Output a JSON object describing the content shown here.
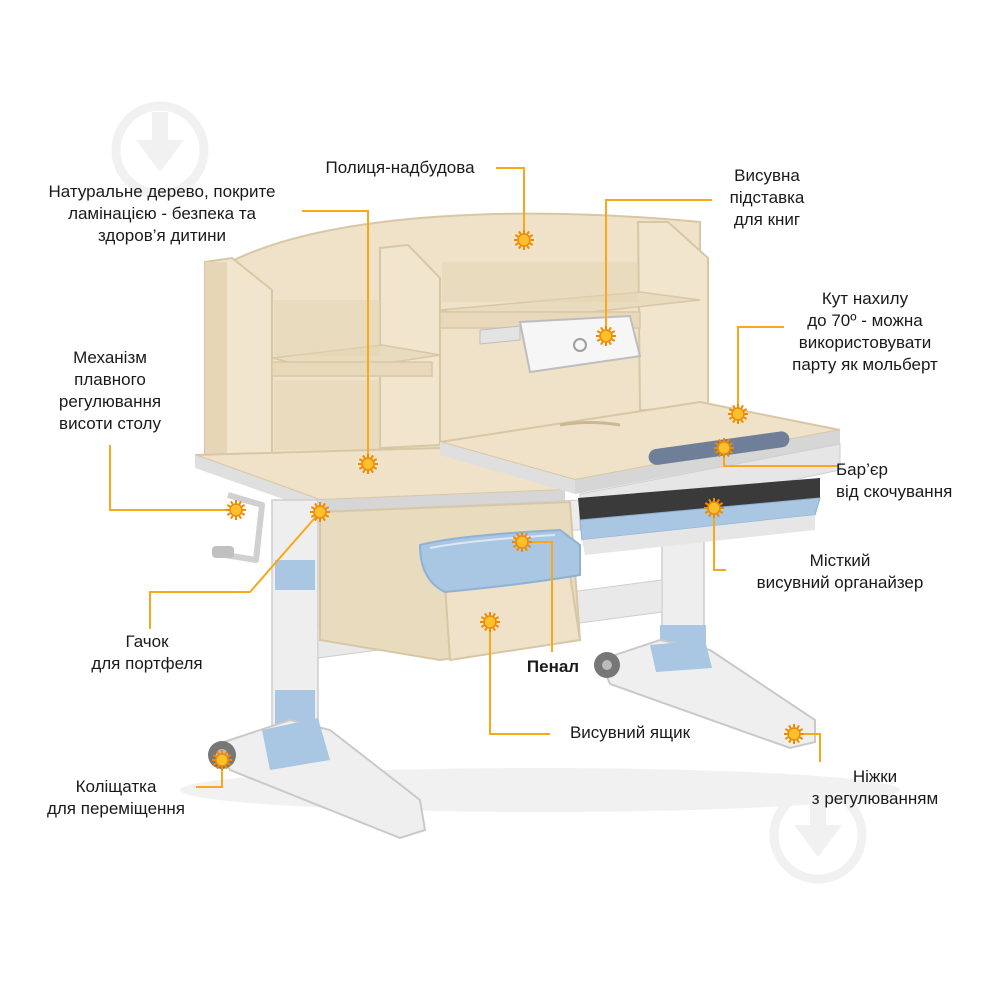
{
  "colors": {
    "leader": "#f7a81b",
    "marker_fill": "#fbc02d",
    "marker_ring": "#f08a00",
    "wood": "#efe2c8",
    "wood_dark": "#e2d2b2",
    "wood_edge": "#d8c7a5",
    "frame": "#ebebeb",
    "frame_edge": "#c9c9c9",
    "accent_blue": "#a9c6e3",
    "accent_blue_dark": "#8fb1d4",
    "text": "#1a1a1a"
  },
  "labels": {
    "shelf_top": "Полиця-надбудова",
    "natural_wood": "Натуральне дерево, покрите\nламінацією - безпека та\nздоров’я дитини",
    "book_stand": "Висувна\nпідставка\nдля книг",
    "tilt_angle": "Кут нахилу\nдо 70º - можна\nвикористовувати\nпарту як мольберт",
    "height_mechanism": "Механізм\nплавного\nрегулювання\nвисоти столу",
    "anti_roll_barrier": "Бар’єр\nвід скочування",
    "organizer": "Місткий\nвисувний органайзер",
    "bag_hook": "Гачок\nдля портфеля",
    "pencil_case": "Пенал",
    "drawer": "Висувний ящик",
    "adjustable_legs": "Ніжки\nз регулюванням",
    "wheels": "Коліщатка\nдля переміщення"
  },
  "icons": {
    "marker": "sun-marker-icon",
    "watermark": "down-arrow-circle-icon",
    "handle": "crank-handle-icon",
    "wheel": "caster-wheel-icon"
  }
}
